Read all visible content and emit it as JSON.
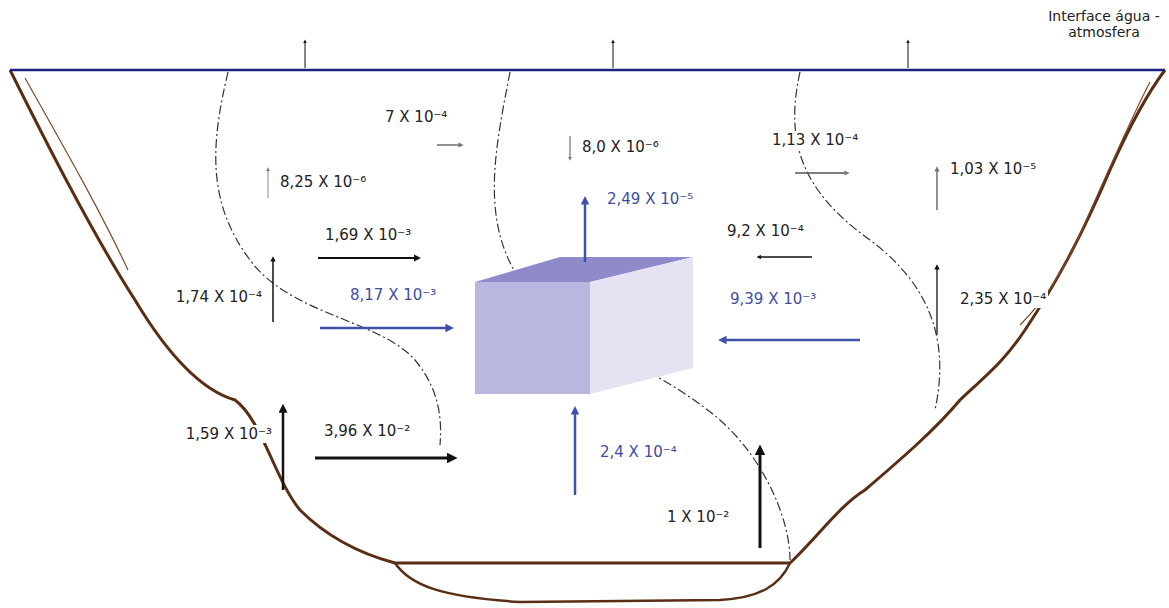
{
  "diagram": {
    "labels": [
      "Interface água - atmosfera",
      "7 X 10⁻⁴",
      "8,0 X 10⁻⁶",
      "1,13 X 10⁻⁴",
      "8,25 X 10⁻⁶",
      "2,49 X 10⁻⁵",
      "1,03 X 10⁻⁵",
      "1,69 X 10⁻³",
      "9,2 X 10⁻⁴",
      "1,74 X 10⁻⁴",
      "8,17 X 10⁻³",
      "9,39 X 10⁻³",
      "2,35 X 10⁻⁴",
      "1,59 X 10⁻³",
      "3,96 X 10⁻²",
      "2,4 X 10⁻⁴",
      "1 X 10⁻²"
    ]
  }
}
